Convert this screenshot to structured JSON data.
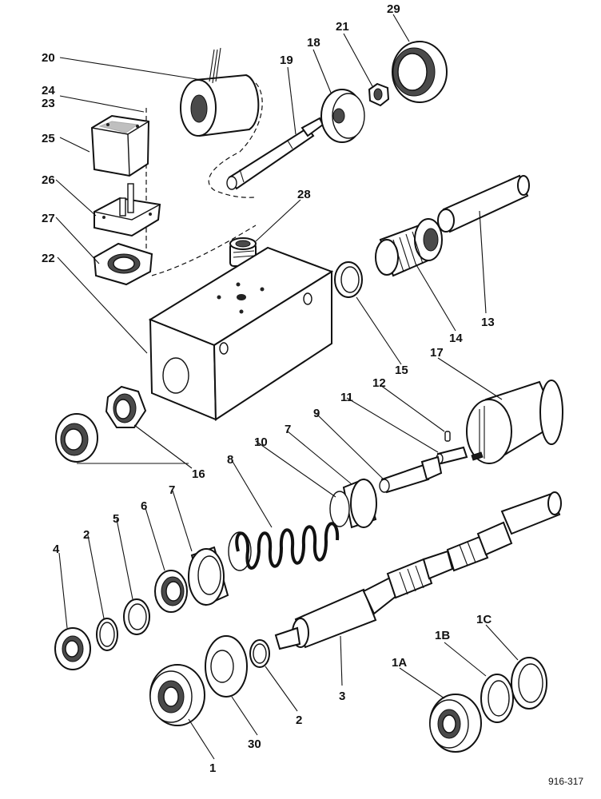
{
  "labels": {
    "p20": "20",
    "p24": "24",
    "p23": "23",
    "p25": "25",
    "p26": "26",
    "p27": "27",
    "p22": "22",
    "p19": "19",
    "p18": "18",
    "p21": "21",
    "p29": "29",
    "p28": "28",
    "p13": "13",
    "p14": "14",
    "p15": "15",
    "p17": "17",
    "p12": "12",
    "p11": "11",
    "p9": "9",
    "p7a": "7",
    "p10": "10",
    "p8": "8",
    "p16": "16",
    "p4": "4",
    "p2a": "2",
    "p5": "5",
    "p6": "6",
    "p7b": "7",
    "p3": "3",
    "p1": "1",
    "p30": "30",
    "p2b": "2",
    "p1A": "1A",
    "p1B": "1B",
    "p1C": "1C"
  },
  "drawing_code": "916-317"
}
